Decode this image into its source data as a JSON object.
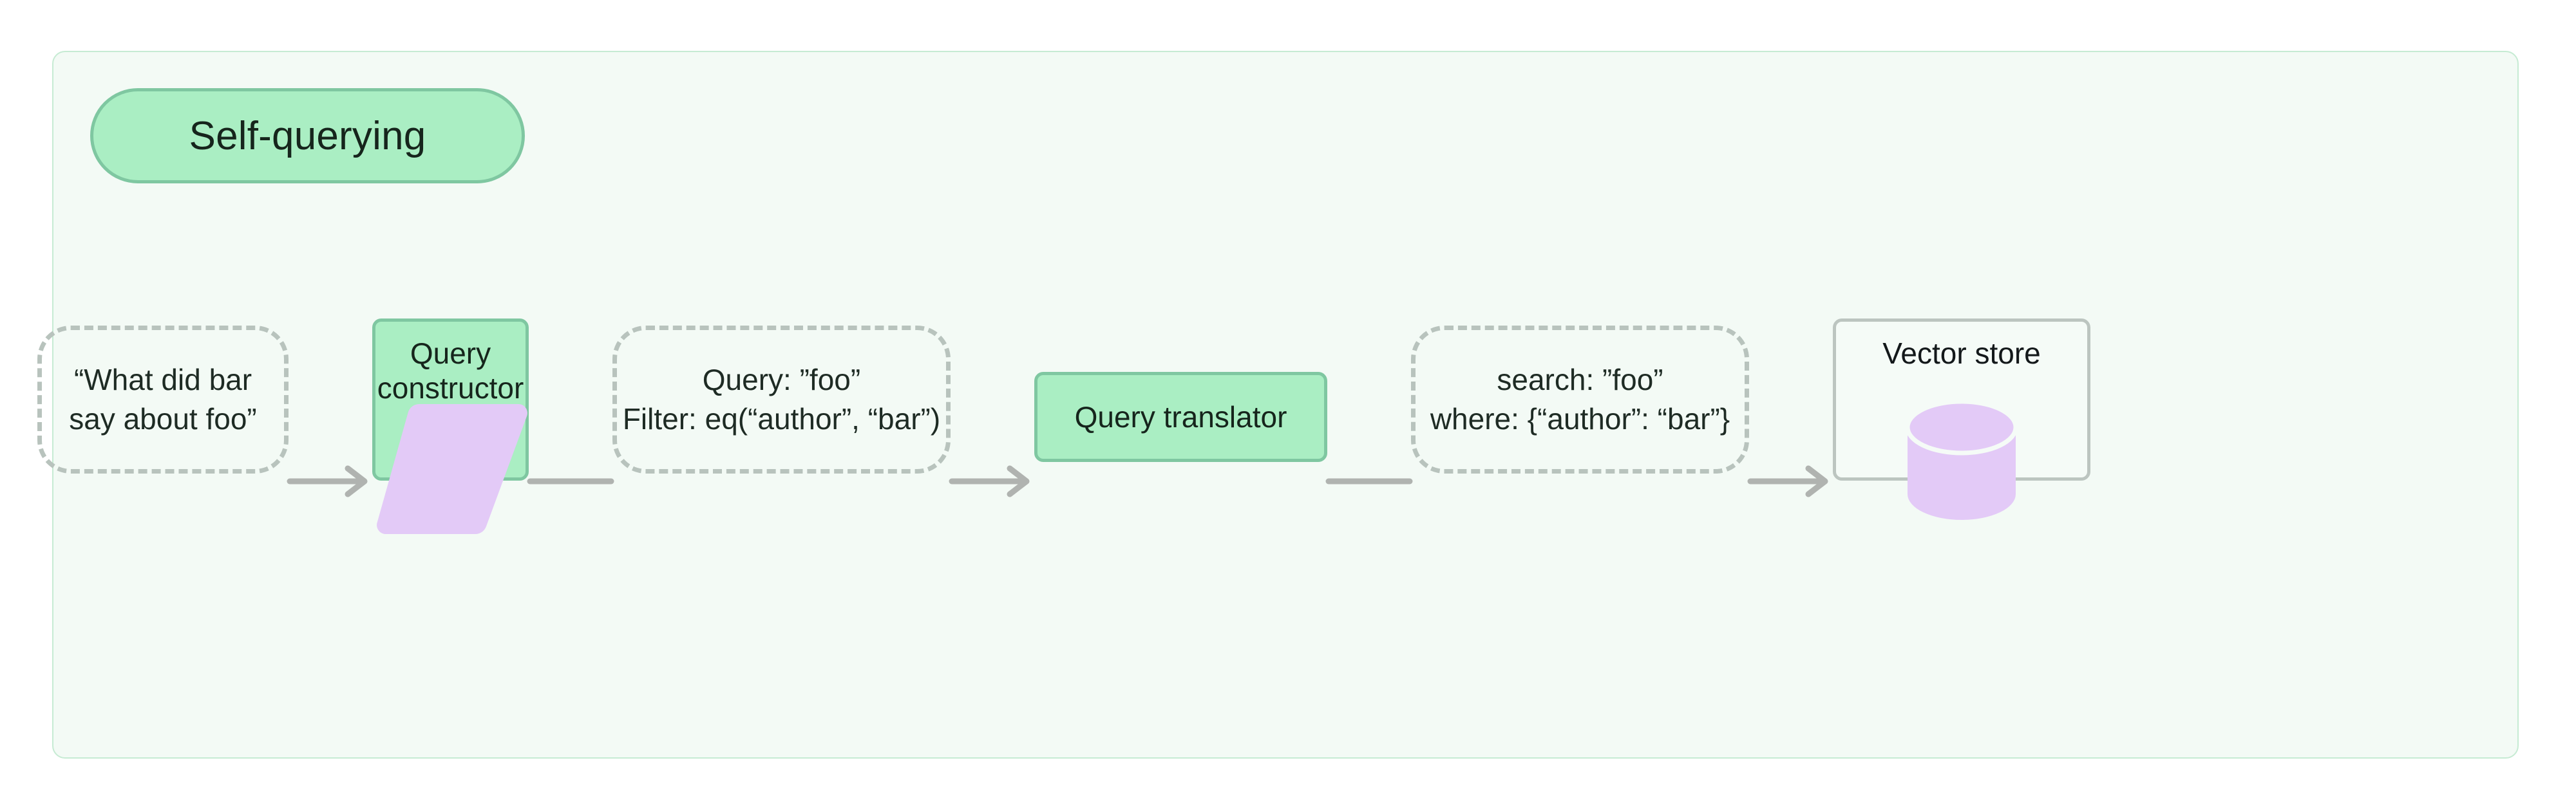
{
  "diagram": {
    "title": "Self-querying",
    "type": "flowchart",
    "orientation": "left-to-right",
    "colors": {
      "frame_background": "#f3faf5",
      "frame_border": "#c6ebd3",
      "process_fill": "#aaeec3",
      "process_border": "#7fc7a1",
      "data_border": "#b8c3bd",
      "store_fill": "#f5fbf7",
      "store_border": "#bcc5c0",
      "icon_purple": "#e3caf7",
      "edge": "#b0b3b0",
      "text": "#16251c"
    },
    "nodes": [
      {
        "id": "user-question",
        "kind": "data",
        "shape": "dashed-rounded-rect",
        "lines": [
          "“What did bar",
          "say about foo”"
        ]
      },
      {
        "id": "query-constructor",
        "kind": "process",
        "shape": "rounded-rect",
        "label": "Query constructor",
        "icon": "parallelogram-icon"
      },
      {
        "id": "structured-query",
        "kind": "data",
        "shape": "dashed-rounded-rect",
        "lines": [
          "Query: ”foo”",
          "Filter: eq(“author”, “bar”)"
        ]
      },
      {
        "id": "query-translator",
        "kind": "process",
        "shape": "rounded-rect",
        "label": "Query translator"
      },
      {
        "id": "native-query",
        "kind": "data",
        "shape": "dashed-rounded-rect",
        "lines": [
          "search: ”foo”",
          "where: {“author”: “bar”}"
        ]
      },
      {
        "id": "vector-store",
        "kind": "store",
        "shape": "rounded-rect",
        "label": "Vector store",
        "icon": "database-cylinder-icon"
      }
    ],
    "edges": [
      {
        "id": "edge-1",
        "from": "user-question",
        "to": "query-constructor",
        "arrowhead": true
      },
      {
        "id": "edge-2",
        "from": "query-constructor",
        "to": "structured-query",
        "arrowhead": false
      },
      {
        "id": "edge-3",
        "from": "structured-query",
        "to": "query-translator",
        "arrowhead": true
      },
      {
        "id": "edge-4",
        "from": "query-translator",
        "to": "native-query",
        "arrowhead": false
      },
      {
        "id": "edge-5",
        "from": "native-query",
        "to": "vector-store",
        "arrowhead": true
      }
    ]
  }
}
